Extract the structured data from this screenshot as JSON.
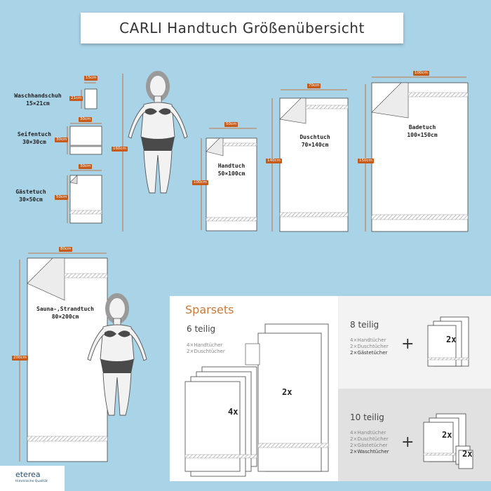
{
  "title": "CARLI Handtuch Größenübersicht",
  "towels": {
    "waschhandschuh": {
      "name": "Waschhandschuh",
      "size": "15×21cm",
      "w": "15cm",
      "h": "21cm"
    },
    "seifentuch": {
      "name": "Seifentuch",
      "size": "30×30cm",
      "w": "30cm",
      "h": "30cm"
    },
    "gaestetuch": {
      "name": "Gästetuch",
      "size": "30×50cm",
      "w": "30cm",
      "h": "50cm"
    },
    "handtuch": {
      "name": "Handtuch",
      "size": "50×100cm",
      "w": "50cm",
      "h": "100cm"
    },
    "duschtuch": {
      "name": "Duschtuch",
      "size": "70×140cm",
      "w": "70cm",
      "h": "140cm"
    },
    "badetuch": {
      "name": "Badetuch",
      "size": "100×150cm",
      "w": "100cm",
      "h": "150cm"
    },
    "sauna": {
      "name": "Sauna-,Strandtuch",
      "size": "80×200cm",
      "w": "80cm",
      "h": "200cm"
    }
  },
  "person_height": "160cm",
  "sparsets": {
    "heading": "Sparsets",
    "set6": {
      "name": "6 teilig",
      "lines": [
        "4×Handtücher",
        "2×Duschtücher"
      ],
      "mult_a": "4x",
      "mult_b": "2x"
    },
    "set8": {
      "name": "8 teilig",
      "lines": [
        "4×Handtücher",
        "2×Duschtücher",
        "2×Gästetücher"
      ],
      "mult": "2x"
    },
    "set10": {
      "name": "10 teilig",
      "lines": [
        "4×Handtücher",
        "2×Duschtücher",
        "2×Gästetücher",
        "2×Waschtücher"
      ],
      "mult_a": "2x",
      "mult_b": "2x"
    }
  },
  "brand": {
    "name": "eterea",
    "tagline": "Himmlische Qualität"
  },
  "colors": {
    "background": "#a9d3e6",
    "tag": "#c85a16",
    "accent": "#c97a3b"
  }
}
